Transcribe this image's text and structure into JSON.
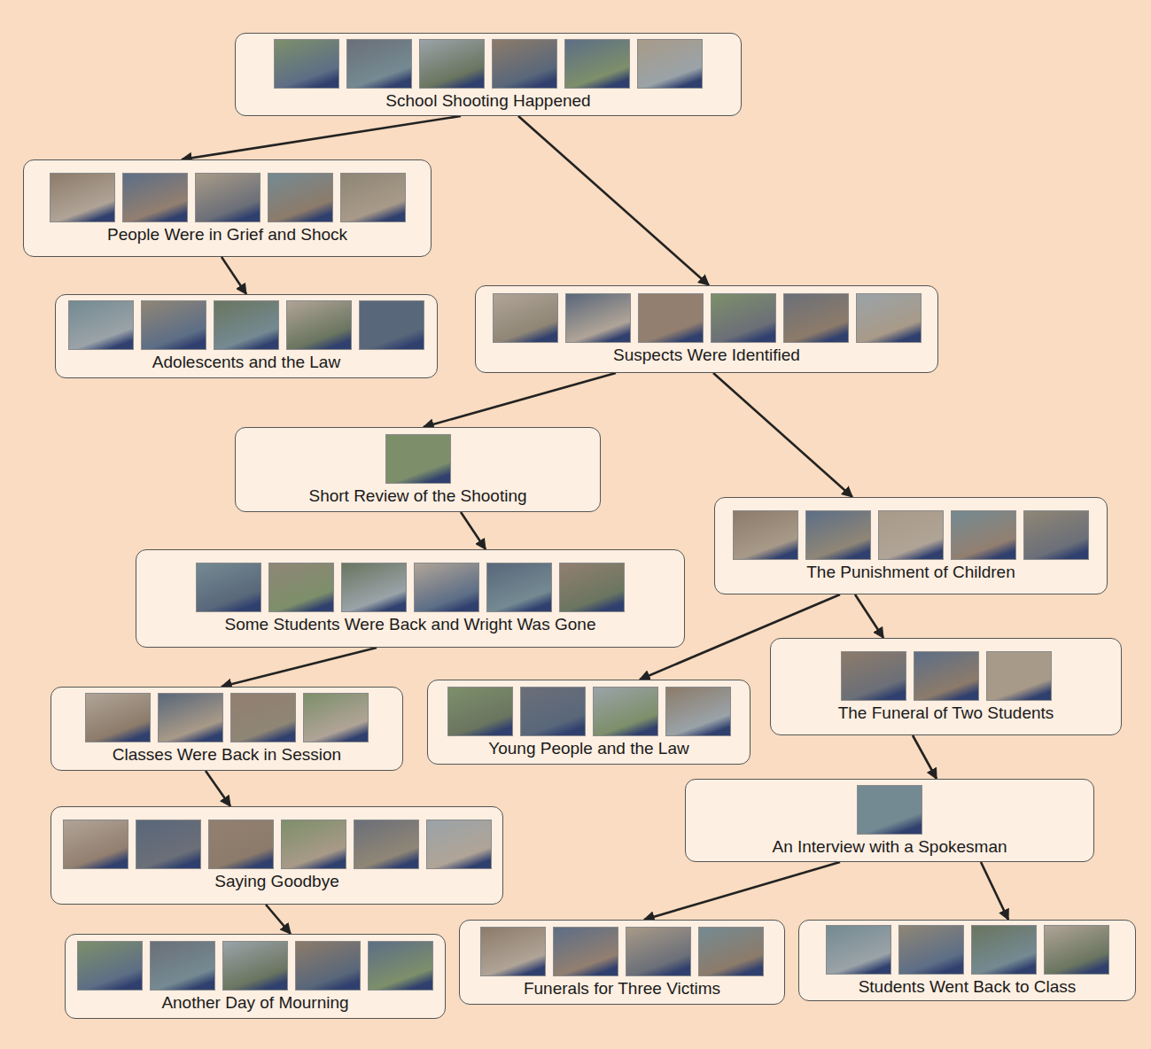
{
  "diagram": {
    "nodes": [
      {
        "text": [
          "School Shooting Happened"
        ]
      },
      {
        "text": [
          "People Were in Grief and Shock"
        ]
      },
      {
        "text": [
          "Adolescents and the Law"
        ]
      },
      {
        "text": [
          "Suspects Were Identified"
        ]
      },
      {
        "text": [
          "Short Review of the Shooting"
        ]
      },
      {
        "text": [
          "The Punishment of Children"
        ]
      },
      {
        "text": [
          "Some Students Were Back and Wright Was Gone"
        ]
      },
      {
        "text": [
          "Classes Were Back in Session"
        ]
      },
      {
        "text": [
          "Young People and the Law"
        ]
      },
      {
        "text": [
          "The Funeral of Two Students"
        ]
      },
      {
        "text": [
          "An Interview with a Spokesman"
        ]
      },
      {
        "text": [
          "Saying Goodbye"
        ]
      },
      {
        "text": [
          "Another Day of Mourning"
        ]
      },
      {
        "text": [
          "Funerals for Three Victims"
        ]
      },
      {
        "text": [
          "Students Went Back to Class"
        ]
      }
    ],
    "edges": [
      {
        "from": 0,
        "to": 1,
        "arrow": "to"
      },
      {
        "from": 0,
        "to": 3,
        "arrow": "to"
      },
      {
        "from": 1,
        "to": 2,
        "arrow": "to"
      },
      {
        "from": 3,
        "to": 4,
        "arrow": "to"
      },
      {
        "from": 3,
        "to": 5,
        "arrow": "to"
      },
      {
        "from": 4,
        "to": 6,
        "arrow": "to"
      },
      {
        "from": 5,
        "to": 8,
        "arrow": "to"
      },
      {
        "from": 5,
        "to": 9,
        "arrow": "to"
      },
      {
        "from": 6,
        "to": 7,
        "arrow": "to"
      },
      {
        "from": 7,
        "to": 11,
        "arrow": "to"
      },
      {
        "from": 11,
        "to": 12,
        "arrow": "to"
      },
      {
        "from": 9,
        "to": 10,
        "arrow": "to"
      },
      {
        "from": 10,
        "to": 13,
        "arrow": "to"
      },
      {
        "from": 10,
        "to": 14,
        "arrow": "to"
      }
    ]
  }
}
